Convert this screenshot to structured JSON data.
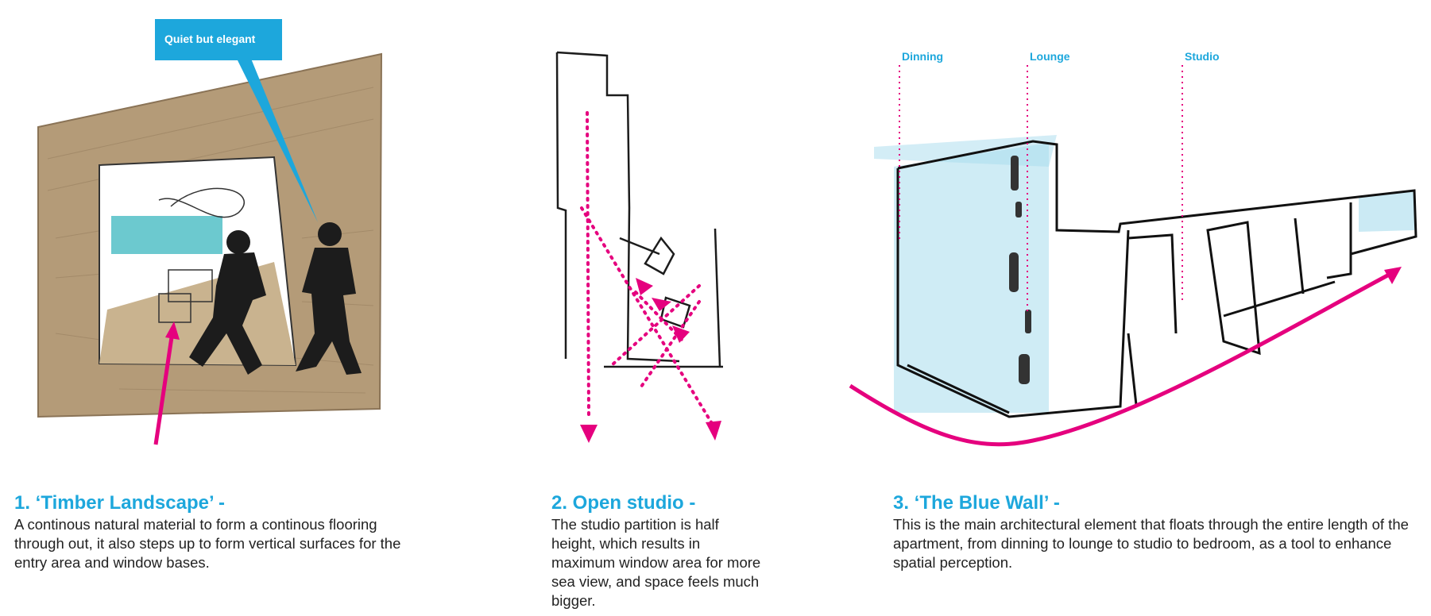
{
  "callout": "Quiet but elegant",
  "panels": [
    {
      "title": "1. ‘Timber Landscape’ -",
      "lines": [
        "A continous natural material to form a continous flooring",
        "through out, it also steps up to form vertical surfaces for the",
        "entry area and window bases."
      ]
    },
    {
      "title": "2. Open studio -",
      "lines": [
        "The studio partition is half",
        "height, which results in",
        "maximum window area for more",
        "sea view, and space feels much",
        "bigger."
      ]
    },
    {
      "title": "3. ‘The Blue Wall’ -",
      "lines": [
        "This is the main architectural element that floats through the entire length of the",
        "apartment, from dinning to lounge to studio to bedroom, as a tool to enhance",
        "spatial perception."
      ]
    }
  ],
  "wall_labels": {
    "dinning": "Dinning",
    "lounge": "Lounge",
    "studio": "Studio"
  },
  "colors": {
    "accent_blue": "#1da7dc",
    "arrow_magenta": "#e5007e",
    "timber": "#b49b78",
    "sketch_blue": "#a8dced"
  }
}
